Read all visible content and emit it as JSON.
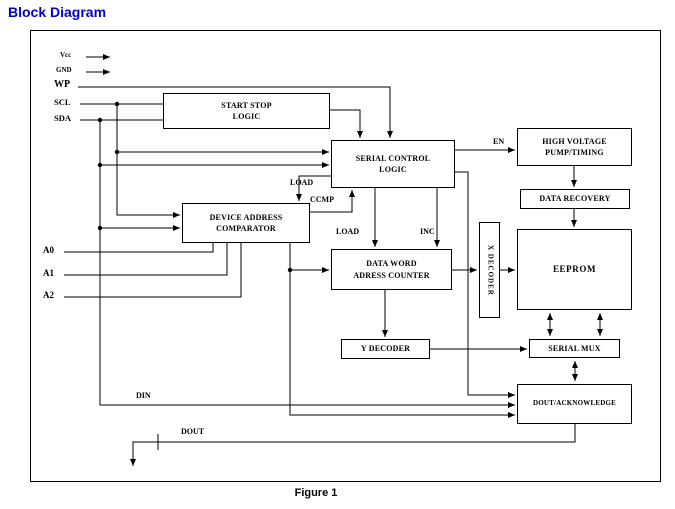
{
  "page": {
    "title": "Block Diagram",
    "caption": "Figure 1",
    "accent_color": "#0000cc",
    "line_color": "#000000"
  },
  "pins": {
    "vcc": "Vcc",
    "gnd": "GND",
    "wp": "WP",
    "scl": "SCL",
    "sda": "SDA",
    "a0": "A0",
    "a1": "A1",
    "a2": "A2"
  },
  "blocks": {
    "start_stop": {
      "line1": "START STOP",
      "line2": "LOGIC"
    },
    "serial_control": {
      "line1": "SERIAL CONTROL",
      "line2": "LOGIC"
    },
    "high_voltage": {
      "line1": "HIGH VOLTAGE",
      "line2": "PUMP/TIMING"
    },
    "data_recovery": {
      "label": "DATA RECOVERY"
    },
    "device_address_comparator": {
      "line1": "DEVICE ADDRESS",
      "line2": "COMPARATOR"
    },
    "data_word_counter": {
      "line1": "DATA WORD",
      "line2": "ADRESS COUNTER"
    },
    "x_decoder": {
      "label": "X DECODER"
    },
    "eeprom": {
      "label": "EEPROM"
    },
    "y_decoder": {
      "label": "Y DECODER"
    },
    "serial_mux": {
      "label": "SERIAL MUX"
    },
    "dout_ack": {
      "label": "DOUT/ACKNOWLEDGE"
    }
  },
  "signals": {
    "en": "EN",
    "load_upper": "LOAD",
    "ccmp": "CCMP",
    "load_lower": "LOAD",
    "inc": "INC",
    "din": "DIN",
    "dout": "DOUT"
  }
}
